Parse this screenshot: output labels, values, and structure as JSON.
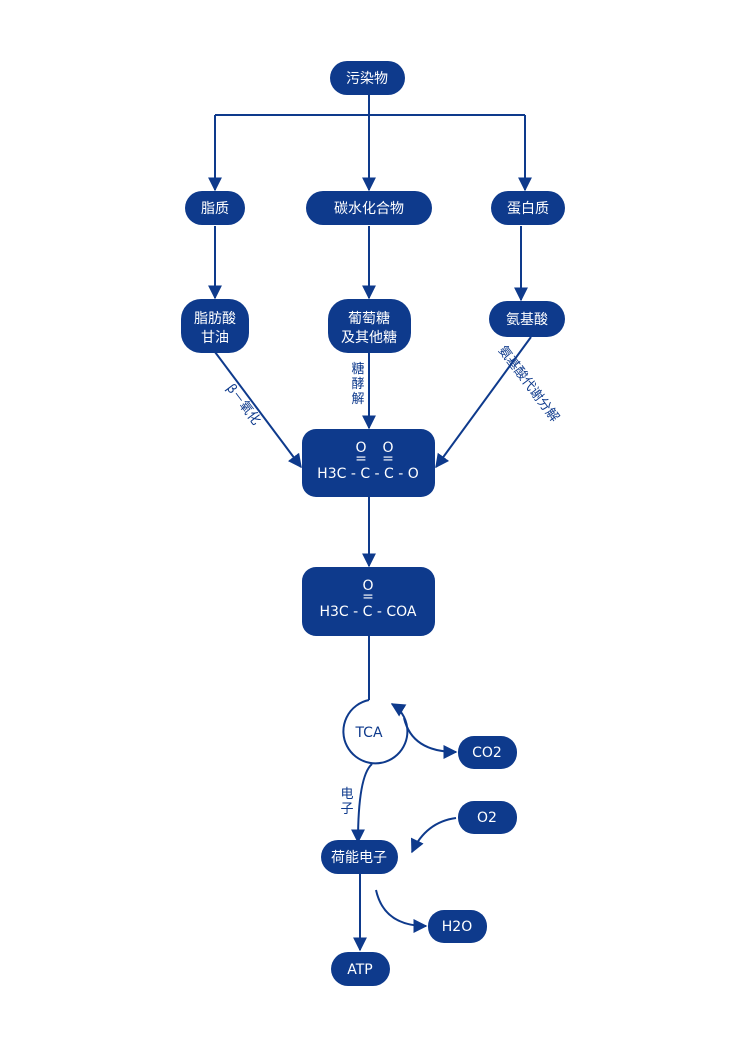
{
  "nodes": {
    "pollutant": "污染物",
    "lipid": "脂质",
    "carbohydrate": "碳水化合物",
    "protein": "蛋白质",
    "fatty_acid_line1": "脂肪酸",
    "fatty_acid_line2": "甘油",
    "glucose_line1": "葡萄糖",
    "glucose_line2": "及其他糖",
    "amino_acid": "氨基酸",
    "acetyl_o1": "O",
    "acetyl_o2": "O",
    "acetyl_eq1": "=",
    "acetyl_eq2": "=",
    "acetyl_formula": "H3C - C - C - O",
    "acoa_o": "O",
    "acoa_eq": "=",
    "acoa_formula": "H3C - C - COA",
    "tca": "TCA",
    "co2": "CO2",
    "o2": "O2",
    "carrier": "荷能电子",
    "h2o": "H2O",
    "atp": "ATP"
  },
  "edge_labels": {
    "beta_oxidation": "β－氧化",
    "glycolysis": "糖酵解",
    "amino_decomp": "氨基酸代谢分解",
    "electron": "电子"
  },
  "colors": {
    "node_fill": "#0e3a8c",
    "node_text": "#ffffff",
    "edge": "#0e3a8c"
  }
}
